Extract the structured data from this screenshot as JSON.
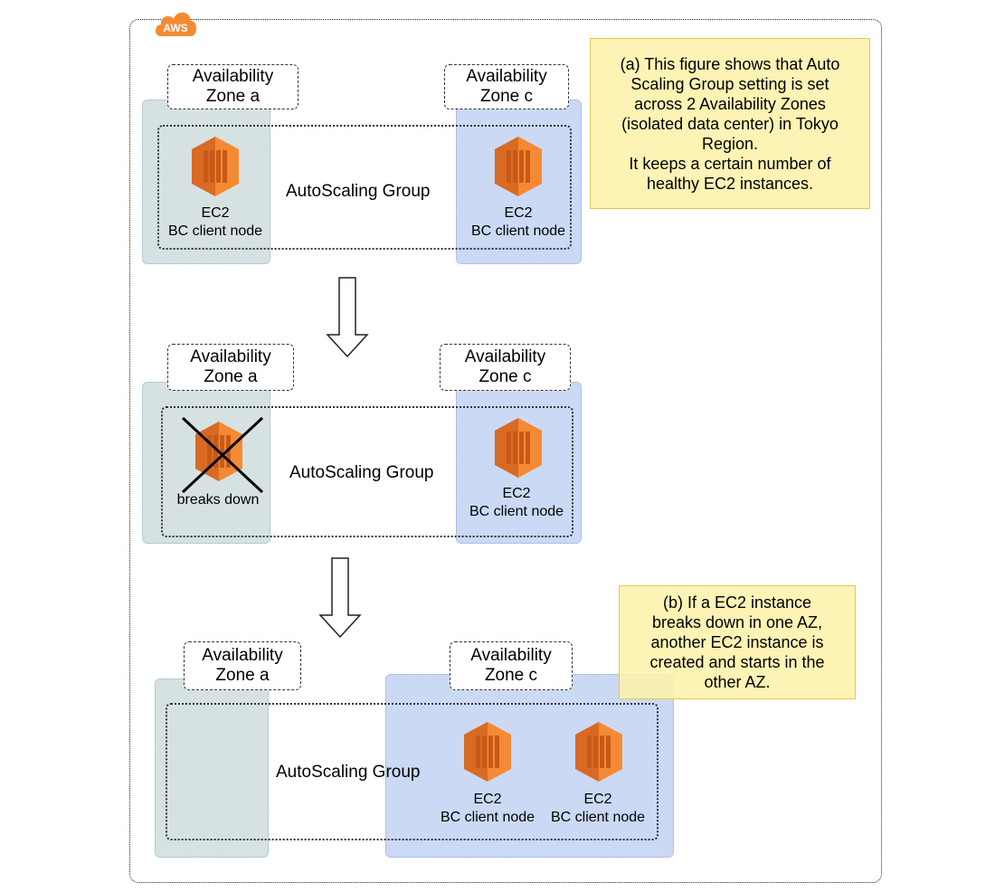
{
  "aws_badge": "AWS",
  "note_a": "(a) This figure shows that Auto\nScaling Group setting is set\nacross 2 Availability Zones\n(isolated data center) in Tokyo\nRegion.\nIt keeps a certain number of\nhealthy EC2 instances.",
  "note_b": "(b) If a EC2 instance\nbreaks down in one AZ,\nanother EC2 instance is\ncreated and starts in the\nother AZ.",
  "zone_a_label": "Availability\nZone a",
  "zone_c_label": "Availability\nZone c",
  "asg_label": "AutoScaling Group",
  "node_name": "EC2",
  "node_role": "BC client node",
  "broken_label": "breaks down",
  "colors": {
    "ec2_orange": "#f58a34",
    "ec2_dark": "#c85a17",
    "zone_a_fill": "#d6e2e2",
    "zone_c_fill": "#cbd9f5",
    "note_fill": "#fdf3b4"
  }
}
